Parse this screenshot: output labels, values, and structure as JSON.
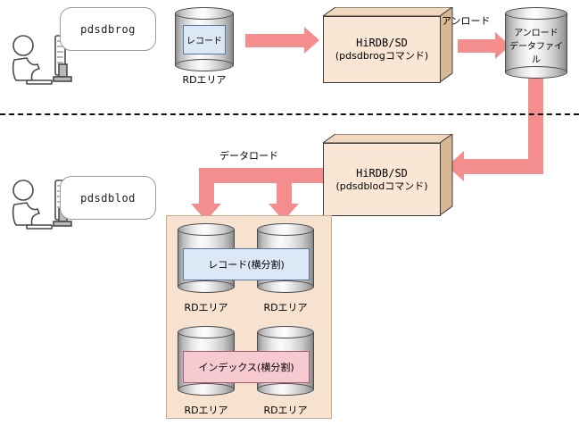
{
  "diagram": {
    "title_alt": "HiRDB/SD unload and data load flow diagram",
    "colors": {
      "arrow": "#f48e8e",
      "box_face": "#fae6d4",
      "box_shade": "#d8b793",
      "panel": "#f7e2cf",
      "record_plate": "#dce8f5",
      "index_plate": "#f7c9d0",
      "divider": "#111111"
    },
    "top_section": {
      "callout": "pdsdbrog",
      "source_area": {
        "plate_label": "レコード",
        "caption": "RDエリア"
      },
      "process": {
        "line1": "HiRDB/SD",
        "line2": "(pdsdbrogコマンド)"
      },
      "arrow_label": "アンロード",
      "target_file": {
        "line1": "アンロード",
        "line2": "データファイル"
      }
    },
    "bottom_section": {
      "callout": "pdsdblod",
      "arrow_label": "データロード",
      "process": {
        "line1": "HiRDB/SD",
        "line2": "(pdsdblodコマンド)"
      },
      "record_group": {
        "plate_label": "レコード(横分割)",
        "captions": [
          "RDエリア",
          "RDエリア"
        ]
      },
      "index_group": {
        "plate_label": "インデックス(横分割)",
        "captions": [
          "RDエリア",
          "RDエリア"
        ]
      }
    }
  }
}
